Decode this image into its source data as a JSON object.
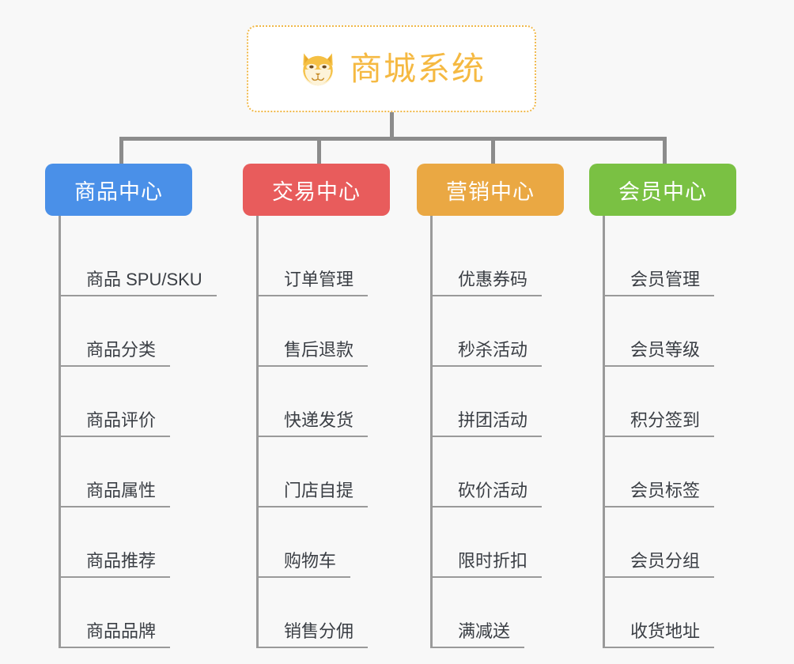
{
  "diagram": {
    "title": "商城系统",
    "background_color": "#f8f8f8",
    "root": {
      "label": "商城系统",
      "icon": "shiba-dog-face-emoji",
      "text_color": "#f5b942",
      "border_color": "#f0b849",
      "background_color": "#ffffff"
    },
    "connector_color": "#8c8c8c",
    "columns": [
      {
        "name": "product-center",
        "label": "商品中心",
        "color": "#4a90e8",
        "items": [
          "商品 SPU/SKU",
          "商品分类",
          "商品评价",
          "商品属性",
          "商品推荐",
          "商品品牌"
        ]
      },
      {
        "name": "trade-center",
        "label": "交易中心",
        "color": "#e85c5c",
        "items": [
          "订单管理",
          "售后退款",
          "快递发货",
          "门店自提",
          "购物车",
          "销售分佣"
        ]
      },
      {
        "name": "marketing-center",
        "label": "营销中心",
        "color": "#eaa843",
        "items": [
          "优惠券码",
          "秒杀活动",
          "拼团活动",
          "砍价活动",
          "限时折扣",
          "满减送"
        ]
      },
      {
        "name": "member-center",
        "label": "会员中心",
        "color": "#7ac143",
        "items": [
          "会员管理",
          "会员等级",
          "积分签到",
          "会员标签",
          "会员分组",
          "收货地址"
        ]
      }
    ]
  }
}
